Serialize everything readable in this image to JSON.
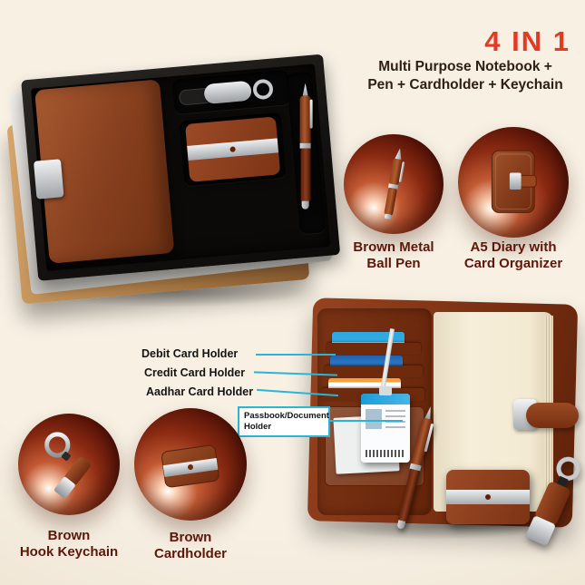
{
  "header": {
    "title": "4 IN 1",
    "subtitle_line1": "Multi Purpose Notebook +",
    "subtitle_line2": "Pen + Cardholder + Keychain"
  },
  "feature_badges": {
    "pen": {
      "line1": "Brown Metal",
      "line2": "Ball Pen"
    },
    "diary": {
      "line1": "A5 Diary with",
      "line2": "Card Organizer"
    },
    "keychain": {
      "line1": "Brown",
      "line2": "Hook Keychain"
    },
    "cardholder": {
      "line1": "Brown",
      "line2": "Cardholder"
    }
  },
  "callouts": {
    "debit": "Debit Card Holder",
    "credit": "Credit Card Holder",
    "aadhar": "Aadhar Card Holder",
    "passbook_line1": "Passbook/Document",
    "passbook_line2": "Holder"
  },
  "colors": {
    "accent_red": "#e23a25",
    "callout_cyan": "#2ab5d8",
    "leather_brown": "#8a3c1e",
    "badge_maroon_dark": "#4e0f06",
    "background_cream": "#f3ebdd"
  },
  "icons": {
    "pen": "pen-product-icon",
    "diary": "diary-product-icon",
    "keychain": "keychain-product-icon",
    "cardholder": "cardholder-product-icon"
  }
}
